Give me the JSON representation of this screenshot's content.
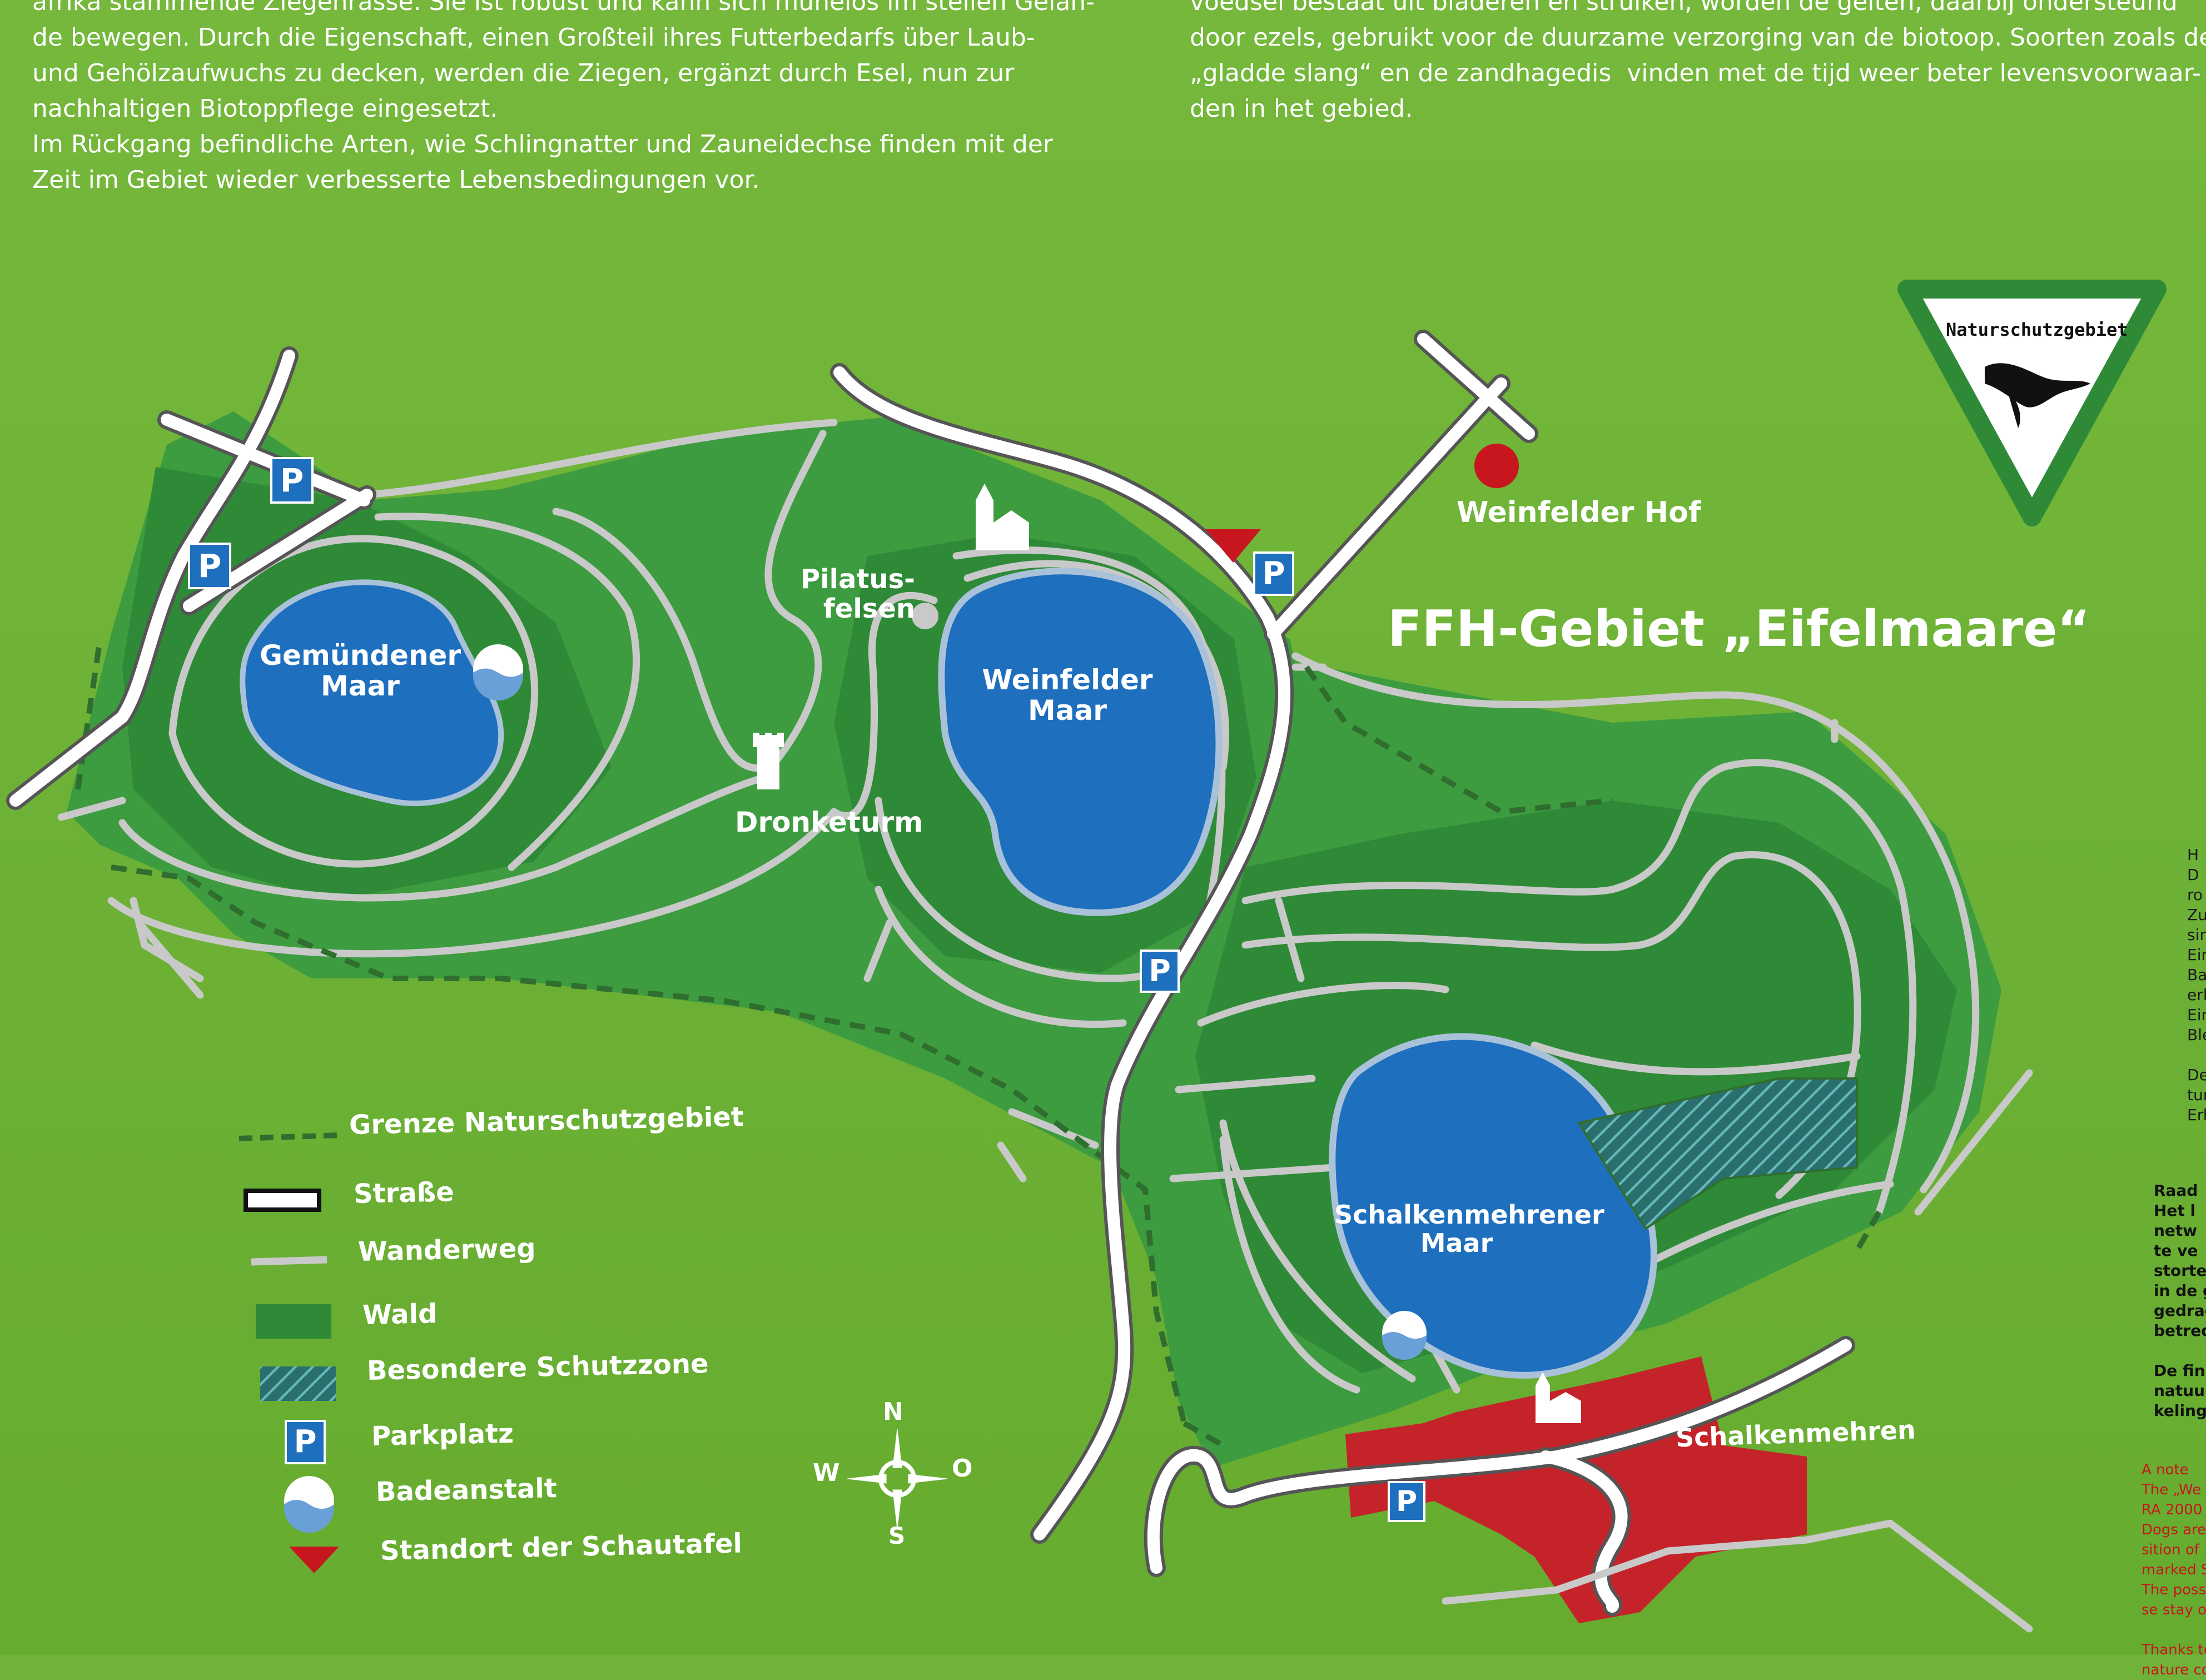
{
  "intro_de": {
    "lines": [
      "afrika stammende Ziegenrasse. Sie ist robust und kann sich mühelos im steilen Gelän-",
      "de bewegen. Durch die Eigenschaft, einen Großteil ihres Futterbedarfs über Laub-",
      "und Gehölzaufwuchs zu decken, werden die Ziegen, ergänzt durch Esel, nun zur",
      "nachhaltigen Biotoppflege eingesetzt.",
      "Im Rückgang befindliche Arten, wie Schlingnatter und Zauneidechse finden mit der",
      "Zeit im Gebiet wieder verbesserte Lebensbedingungen vor."
    ]
  },
  "intro_nl": {
    "lines": [
      "voedsel bestaat uit bladeren en struiken, worden de geiten, daarbij ondersteund",
      "door ezels, gebruikt voor de duurzame verzorging van de biotoop. Soorten zoals de",
      "„gladde slang“ en de zandhagedis  vinden met de tijd weer beter levensvoorwaar-",
      "den in het gebied."
    ]
  },
  "map": {
    "area_title": "FFH-Gebiet „Eifelmaare“",
    "sign_text": "Naturschutzgebiet",
    "lakes": {
      "gemuendener": "Gemündener\nMaar",
      "weinfelder": "Weinfelder\nMaar",
      "schalkenmehrener": "Schalkenmehrener\nMaar"
    },
    "places": {
      "weinfelder_hof": "Weinfelder Hof",
      "pilatusfelsen": "Pilatus-\nfelsen",
      "dronketurm": "Dronketurm",
      "schalkenmehren": "Schalkenmehren"
    },
    "parking_symbol": "P",
    "compass": {
      "n": "N",
      "s": "S",
      "w": "W",
      "o": "O"
    }
  },
  "legend": {
    "items": [
      {
        "key": "boundary",
        "label": "Grenze Naturschutzgebiet"
      },
      {
        "key": "road",
        "label": "Straße"
      },
      {
        "key": "trail",
        "label": "Wanderweg"
      },
      {
        "key": "forest",
        "label": "Wald"
      },
      {
        "key": "zone",
        "label": "Besondere Schutzzone"
      },
      {
        "key": "parking",
        "label": "Parkplatz"
      },
      {
        "key": "bath",
        "label": "Badeanstalt"
      },
      {
        "key": "standort",
        "label": "Standort der Schautafel"
      }
    ]
  },
  "side_panel": {
    "lines_black": [
      "H",
      "D",
      "ro",
      "Zu",
      "sin",
      "Ein",
      "Ba",
      "erl",
      "Ein",
      "Blei",
      "",
      "Der",
      "turs",
      "Erha"
    ],
    "lines_nl": [
      "Raad",
      "Het l",
      "netw",
      "te ve",
      "storte",
      "in de g",
      "gedrag",
      "betred",
      "",
      "De fina",
      "natuur",
      "keling v"
    ],
    "lines_red": [
      "A note",
      "The „We",
      "RA 2000",
      "Dogs are",
      "sition of",
      "marked S",
      "The possi",
      "se stay o",
      "",
      "Thanks to",
      "nature co"
    ]
  },
  "colors": {
    "board": "#6cb135",
    "forest": "#3a9a3e",
    "forest_dark": "#2f8a37",
    "lake": "#1f6fbf",
    "village": "#c4232a",
    "trail": "#c9c9c9",
    "parking": "#1f6fbf",
    "marker": "#c8161e"
  },
  "icons": [
    "parking-icon",
    "bath-icon",
    "church-icon",
    "tower-icon",
    "rock-icon",
    "standort-marker-icon",
    "weinfelder-hof-dot-icon",
    "compass-rose-icon",
    "nature-reserve-sign-icon",
    "eagle-icon"
  ]
}
